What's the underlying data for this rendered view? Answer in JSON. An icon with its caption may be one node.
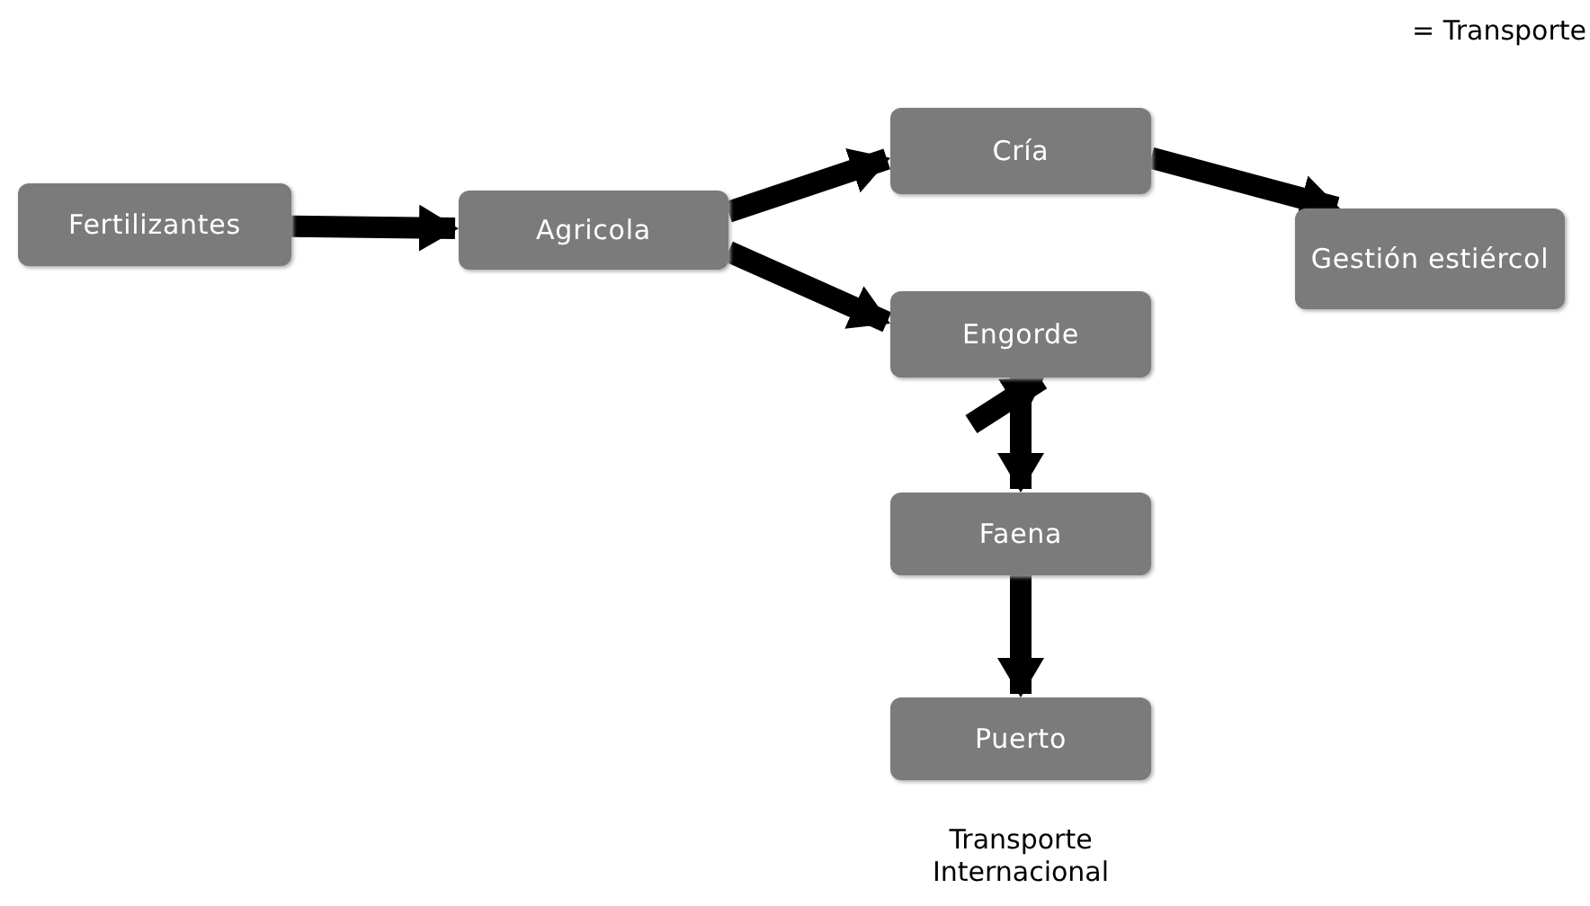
{
  "diagram": {
    "nodes": [
      {
        "text": [
          "Fertilizantes"
        ]
      },
      {
        "text": [
          "Agricola"
        ]
      },
      {
        "text": [
          "Cría"
        ]
      },
      {
        "text": [
          "Gestión estiércol"
        ]
      },
      {
        "text": [
          "Engorde"
        ]
      },
      {
        "text": [
          "Faena"
        ]
      },
      {
        "text": [
          "Puerto"
        ],
        "beside": [
          "Transporte Internacional"
        ]
      }
    ],
    "edges": [
      {
        "from": 0,
        "to": 1,
        "arrow": "to"
      },
      {
        "from": 1,
        "to": 2,
        "arrow": "to"
      },
      {
        "from": 1,
        "to": 4,
        "arrow": "to"
      },
      {
        "from": 2,
        "to": 3,
        "arrow": "to"
      },
      {
        "from": 4,
        "to": 5,
        "arrow": "to"
      },
      {
        "from": null,
        "to": 4,
        "arrow": "to"
      },
      {
        "from": 5,
        "to": 6,
        "arrow": "to"
      }
    ],
    "labels": [
      "= Transporte"
    ]
  }
}
